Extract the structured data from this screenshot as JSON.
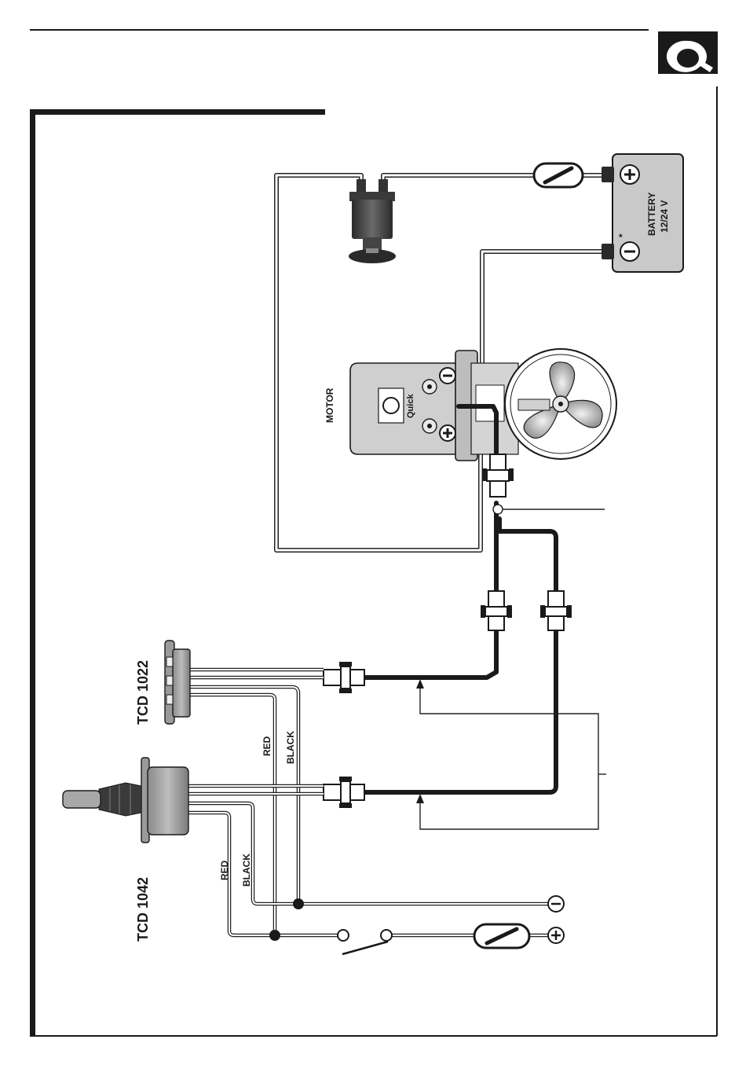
{
  "labels": {
    "motor": "MOTOR",
    "battery_name": "BATTERY",
    "battery_voltage": "12/24 V",
    "battery_asterisk": "*",
    "panel_1022": "TCD 1022",
    "panel_1042": "TCD 1042",
    "red_upper": "RED",
    "black_upper": "BLACK",
    "red_lower": "RED",
    "black_lower": "BLACK",
    "brand_mark": "Quick",
    "plus": "+",
    "minus": "−"
  },
  "icons": {
    "logo": "quick-logo-icon",
    "fuse": "fuse-icon",
    "solenoid": "solenoid-icon",
    "battery": "battery-icon",
    "motor": "motor-icon",
    "propeller": "propeller-icon",
    "connector": "connector-icon",
    "switch": "switch-icon",
    "joystick": "joystick-icon"
  },
  "colors": {
    "line": "#1a1a1a",
    "body_gray": "#c9c9c9",
    "dark_gray": "#555555",
    "white": "#ffffff"
  }
}
